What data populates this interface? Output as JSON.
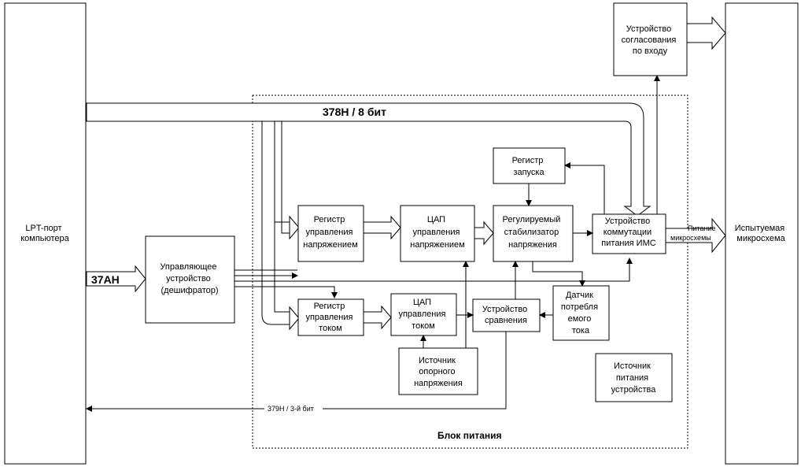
{
  "blocks": {
    "lpt": [
      "LPT-порт",
      "компьютера"
    ],
    "controller": [
      "Управляющее",
      "устройство",
      "(дешифратор)"
    ],
    "reg_voltage": [
      "Регистр",
      "управления",
      "напряжением"
    ],
    "dac_voltage": [
      "ЦАП",
      "управления",
      "напряжением"
    ],
    "regulator": [
      "Регулируемый",
      "стабилизатор",
      "напряжения"
    ],
    "switch": [
      "Устройство",
      "коммутации",
      "питания ИМС"
    ],
    "start_reg": [
      "Регистр",
      "запуска"
    ],
    "input_matching": [
      "Устройство",
      "согласования",
      "по входу"
    ],
    "reg_current": [
      "Регистр",
      "управления",
      "током"
    ],
    "dac_current": [
      "ЦАП",
      "управления",
      "током"
    ],
    "comparator": [
      "Устройство",
      "сравнения"
    ],
    "current_sensor": [
      "Датчик",
      "потребля",
      "емого",
      "тока"
    ],
    "ref_source": [
      "Источник",
      "опорного",
      "напряжения"
    ],
    "device_power": [
      "Источник",
      "питания",
      "устройства"
    ],
    "dut": [
      "Испытуемая",
      "микросхема"
    ]
  },
  "labels": {
    "bus_378": "378H / 8 бит",
    "bus_37a": "37AH",
    "line_379": "379H / 3-й бит",
    "power_block": "Блок питания",
    "dut_power": [
      "Питание",
      "микросхемы"
    ]
  }
}
